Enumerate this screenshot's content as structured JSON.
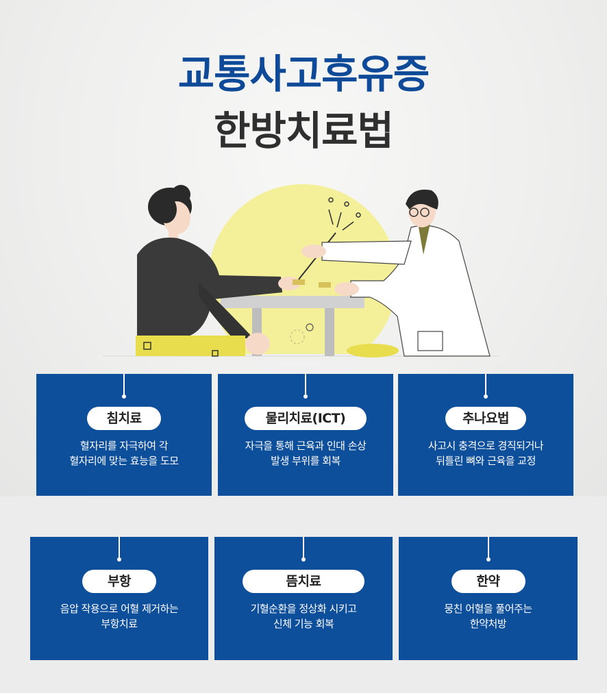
{
  "header": {
    "title_line1": "교통사고후유증",
    "title_line2": "한방치료법"
  },
  "colors": {
    "title_blue": "#0e4a98",
    "title_dark": "#2f2f2f",
    "card_blue": "#0e4f9c",
    "sun_yellow": "#f4f09a",
    "pants_yellow": "#e8dd4c"
  },
  "illustration": {
    "description_icons": [
      "patient-figure",
      "doctor-figure",
      "table",
      "acupuncture-needle-icon"
    ]
  },
  "treatments": [
    {
      "label": "침치료",
      "desc_line1": "혈자리를 자극하여 각",
      "desc_line2": "혈자리에 맞는 효능을 도모"
    },
    {
      "label": "물리치료(ICT)",
      "desc_line1": "자극을 통해 근육과 인대 손상",
      "desc_line2": "발생 부위를 회복"
    },
    {
      "label": "추나요법",
      "desc_line1": "사고시 충격으로 경직되거나",
      "desc_line2": "뒤틀린 뼈와 근육을 교정"
    },
    {
      "label": "부항",
      "desc_line1": "음압 작용으로 어혈 제거하는",
      "desc_line2": "부항치료"
    },
    {
      "label": "뜸치료",
      "desc_line1": "기혈순환을 정상화 시키고",
      "desc_line2": "신체 기능 회복"
    },
    {
      "label": "한약",
      "desc_line1": "뭉친 어혈을 풀어주는",
      "desc_line2": "한약처방"
    }
  ]
}
